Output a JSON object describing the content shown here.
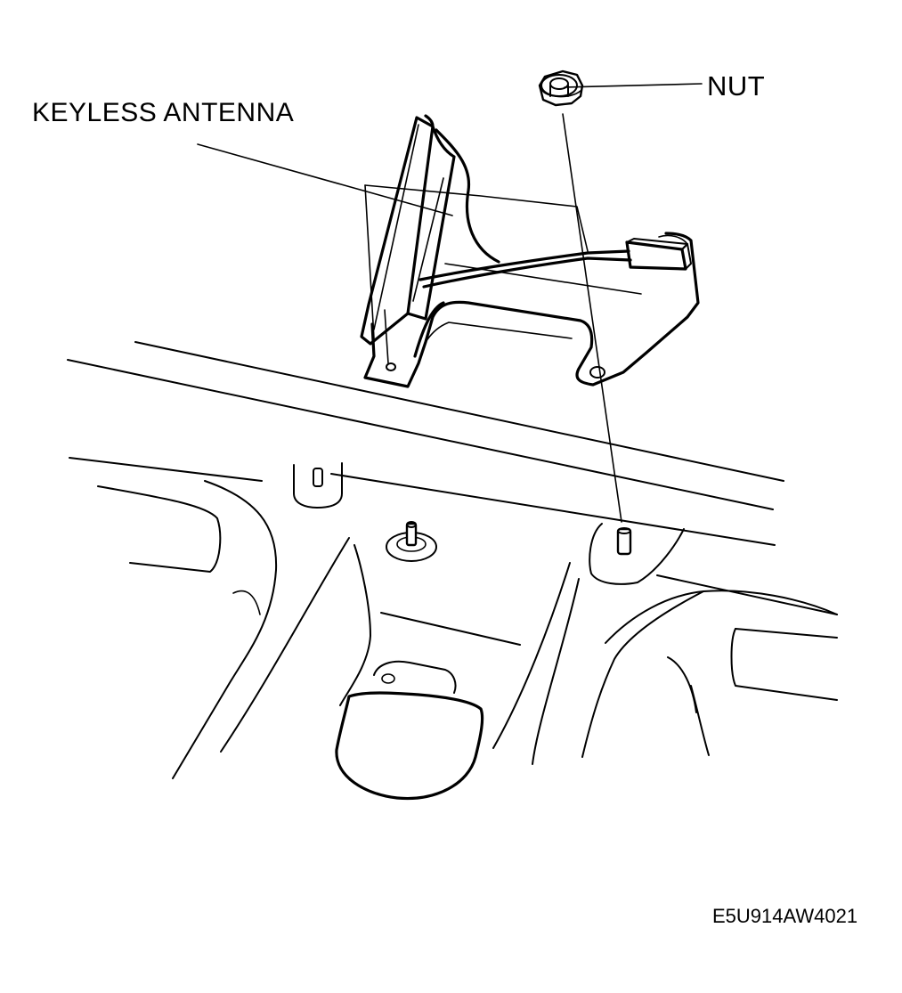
{
  "labels": {
    "keyless_antenna": "KEYLESS ANTENNA",
    "nut": "NUT",
    "figure_code": "E5U914AW4021"
  }
}
